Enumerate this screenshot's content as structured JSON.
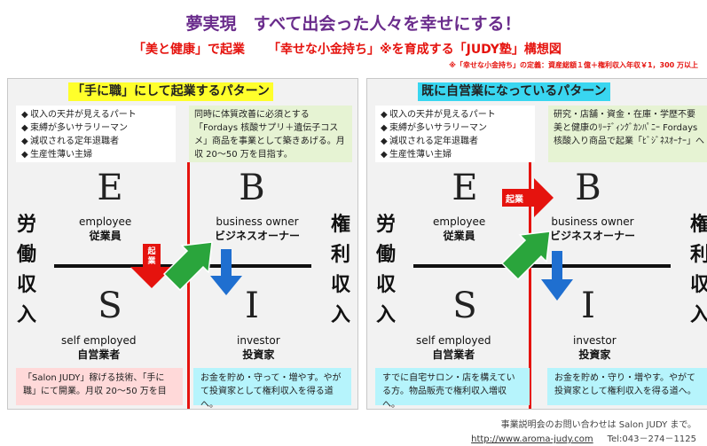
{
  "header": {
    "title": "夢実現　すべて出会った人々を幸せにする！",
    "subtitle_a": "「美と健康」で起業",
    "subtitle_b": "「幸せな小金持ち」※を育成する「JUDY塾」構想図",
    "note": "※「幸せな小金持ち」の定義：資産総額１億＋権利収入年収￥1，300 万以上"
  },
  "quadrant_labels": {
    "E": "E",
    "S": "S",
    "B": "B",
    "I": "I",
    "e_en": "employee",
    "e_jp": "従業員",
    "s_en": "self employed",
    "s_jp": "自営業者",
    "b_en": "business owner",
    "b_jp": "ビジネスオーナー",
    "i_en": "investor",
    "i_jp": "投資家",
    "left_side": "労働収入",
    "right_side": "権利収入",
    "start_label": "起業"
  },
  "panel1": {
    "title": "「手に職」にして起業するパターン",
    "employee_bullets": [
      "収入の天井が見えるパート",
      "束縛が多いサラリーマン",
      "減収される定年退職者",
      "生産性薄い主婦"
    ],
    "business_text": "同時に体質改善に必須とする「Fordays 核酸サプリ＋遺伝子コスメ」商品を事業として築きあげる。月収 20～50 万を目指す。",
    "self_text": "「Salon JUDY」稼げる技術、「手に職」にて開業。月収 20～50 万を目",
    "investor_text": "お金を貯め・守って・増やす。やがて投資家として権利収入を得る道へ。"
  },
  "panel2": {
    "title": "既に自営業になっているパターン",
    "employee_bullets": [
      "収入の天井が見えるパート",
      "束縛が多いサラリーマン",
      "減収される定年退職者",
      "生産性薄い主婦"
    ],
    "business_text": "研究・店舗・資金・在庫・学歴不要 美と健康のﾘｰﾃﾞｨﾝｸﾞｶﾝﾊﾟﾆｰ Fordays 核酸入り商品で起業「ﾋﾞｼﾞﾈｽｵｰﾅｰ」へ",
    "self_text": "すでに自宅サロン・店を構えている方。物品販売で権利収入増収へ。",
    "investor_text": "お金を貯め・守り・増やす。やがて投資家として権利収入を得る道へ。"
  },
  "footer": {
    "line1": "事業説明会のお問い合わせは Salon JUDY まで。",
    "url": "http://www.aroma-judy.com",
    "tel": "Tel:043－274－1125"
  },
  "colors": {
    "title": "#6a2c8c",
    "accent_red": "#e5130e",
    "arrow_green": "#2aa53c",
    "arrow_blue": "#1f6fd0",
    "panel1_title_bg": "#ffff2b",
    "panel2_title_bg": "#39d6f0"
  }
}
